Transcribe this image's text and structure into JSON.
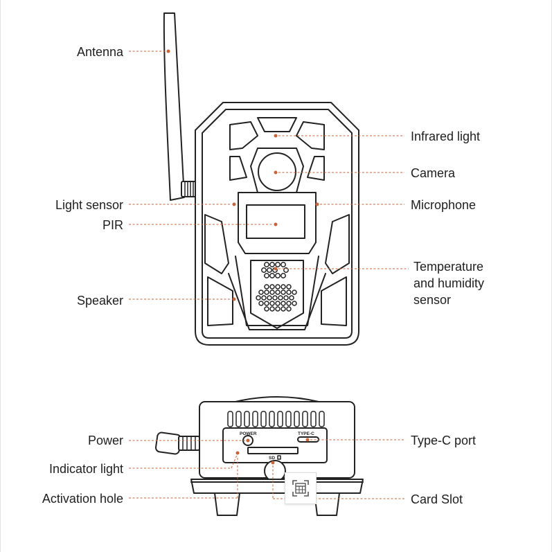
{
  "callouts": {
    "antenna": "Antenna",
    "infrared_light": "Infrared light",
    "camera": "Camera",
    "light_sensor": "Light sensor",
    "microphone": "Microphone",
    "pir": "PIR",
    "temperature_line1": "Temperature",
    "temperature_line2": "and humidity",
    "temperature_line3": "sensor",
    "speaker": "Speaker",
    "power": "Power",
    "type_c_port": "Type-C port",
    "indicator_light": "Indicator light",
    "activation_hole": "Activation hole",
    "card_slot": "Card Slot"
  },
  "device_markings": {
    "power": "POWER",
    "type_c": "TYPE-C",
    "sd": "SD"
  },
  "colors": {
    "accent": "#c8643a",
    "line": "#222222",
    "text": "#1e1e1e"
  },
  "icons": {
    "scan_button": "scan-icon"
  }
}
